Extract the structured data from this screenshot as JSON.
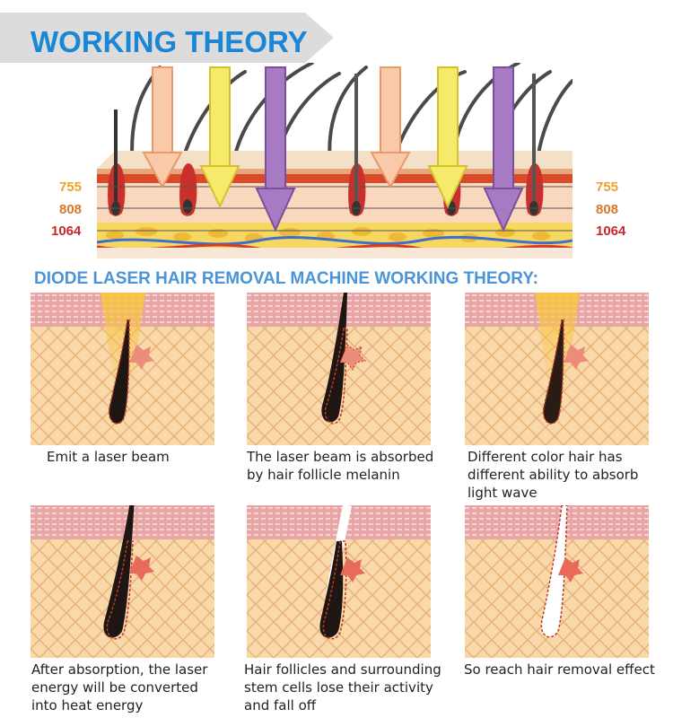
{
  "banner": {
    "title": "WORKING THEORY"
  },
  "diagram": {
    "wavelengths": [
      "755",
      "808",
      "1064"
    ],
    "colors": {
      "755": "#f0a02c",
      "808": "#d9772a",
      "1064": "#c8262a"
    }
  },
  "section": {
    "title": "DIODE LASER HAIR REMOVAL MACHINE WORKING THEORY:"
  },
  "steps": [
    {
      "caption": "Emit a laser beam"
    },
    {
      "caption": "The laser beam is absorbed\nby hair follicle melanin"
    },
    {
      "caption": "Different color hair has\ndifferent ability to absorb\nlight wave"
    },
    {
      "caption": "After absorption, the laser\nenergy will be converted\ninto heat energy"
    },
    {
      "caption": "Hair follicles and surrounding\nstem cells lose their activity\nand fall off"
    },
    {
      "caption": "So reach hair removal effect"
    }
  ],
  "colors": {
    "accent": "#1a86d6",
    "subtitle": "#4b94d8",
    "banner_bg": "#dcdcdc"
  }
}
